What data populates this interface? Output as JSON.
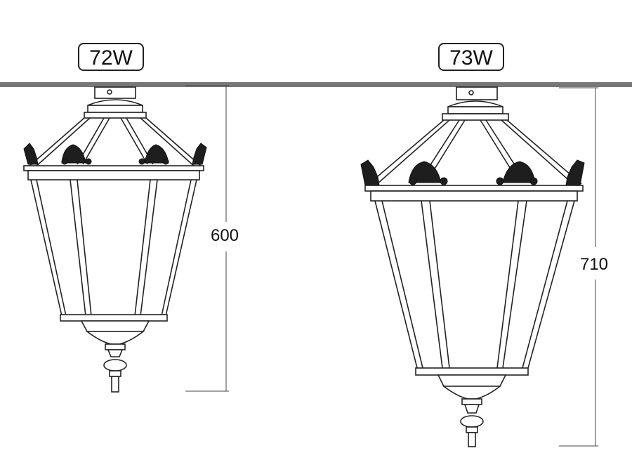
{
  "lanterns": [
    {
      "model": "72W",
      "height": "600"
    },
    {
      "model": "73W",
      "height": "710"
    }
  ],
  "colors": {
    "line": "#222222",
    "ceiling": "#777777",
    "background": "#ffffff"
  }
}
